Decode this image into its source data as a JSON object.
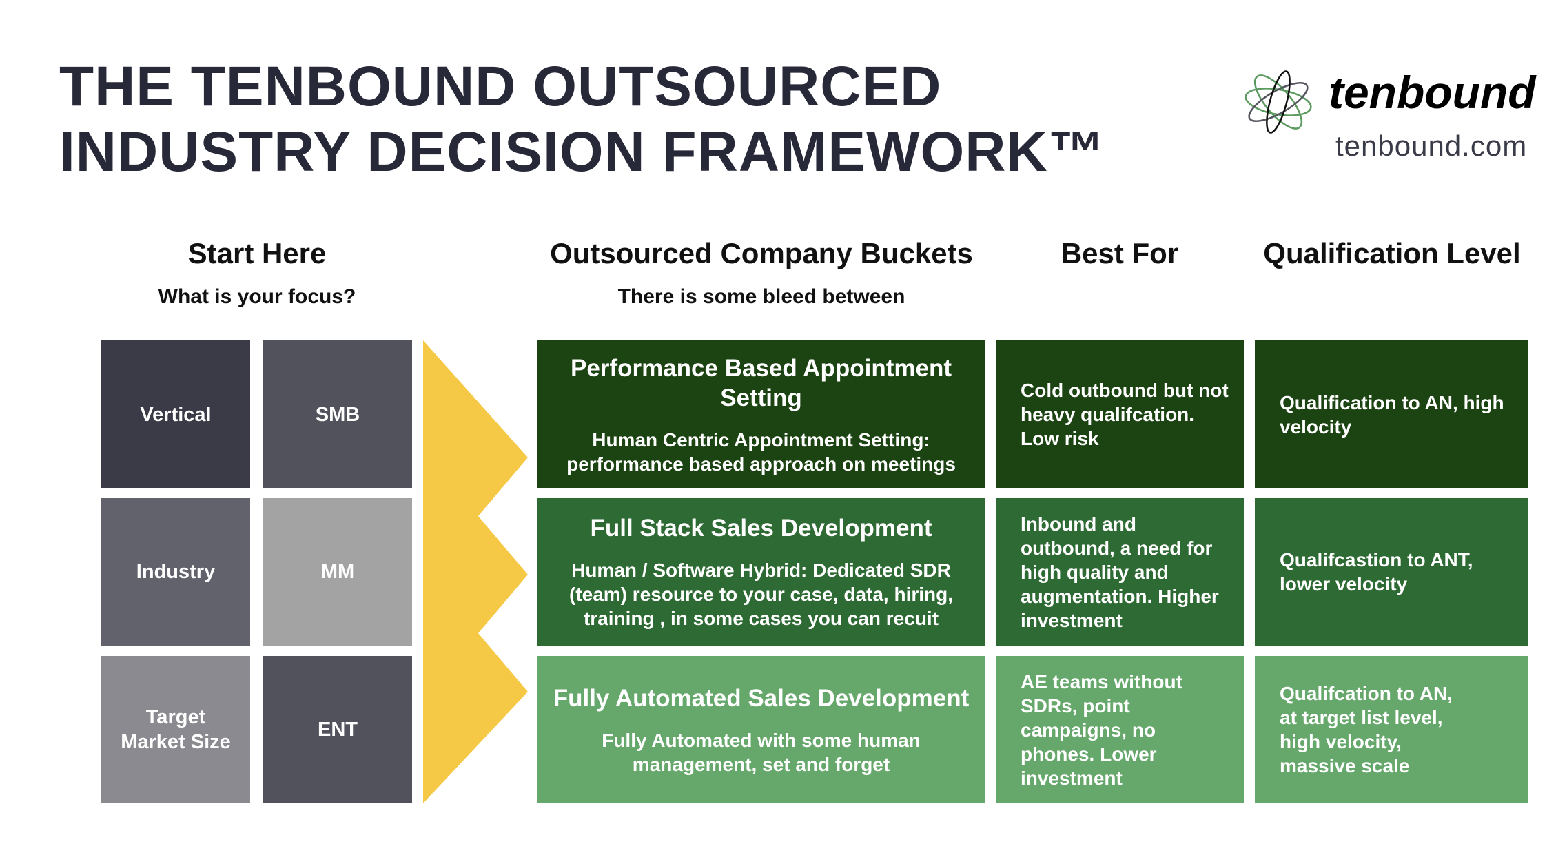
{
  "title": {
    "line1": "THE TENBOUND OUTSOURCED",
    "line2": "INDUSTRY DECISION FRAMEWORK™"
  },
  "logo": {
    "wordmark": "tenbound",
    "url": "tenbound.com"
  },
  "headers": {
    "start": {
      "title": "Start Here",
      "subtitle": "What is your focus?"
    },
    "buckets": {
      "title": "Outsourced Company Buckets",
      "subtitle": "There is some bleed between"
    },
    "best_for": {
      "title": "Best For"
    },
    "qualification": {
      "title": "Qualification Level"
    }
  },
  "focus": [
    {
      "label": "Vertical",
      "size": "SMB"
    },
    {
      "label": "Industry",
      "size": "MM"
    },
    {
      "label": "Target Market Size",
      "size": "ENT"
    }
  ],
  "rows": [
    {
      "bucket": "Performance Based Appointment Setting",
      "desc": "Human Centric Appointment Setting: performance based approach on meetings",
      "best_for": "Cold outbound but not heavy qualifcation. Low risk",
      "qualification": "Qualification to AN, high velocity"
    },
    {
      "bucket": "Full Stack Sales Development",
      "desc": "Human / Software Hybrid: Dedicated SDR (team) resource to your case, data, hiring, training , in some cases you can recuit",
      "best_for": "Inbound and outbound, a need for high quality and augmentation. Higher investment",
      "qualification": "Qualifcastion to ANT, lower velocity"
    },
    {
      "bucket": "Fully Automated Sales Development",
      "desc": "Fully Automated with some human management, set and forget",
      "best_for": "AE teams without SDRs, point campaigns, no phones. Lower investment",
      "qualification": "Qualifcation to AN, at target list level, high velocity, massive scale"
    }
  ],
  "colors": {
    "dark_green": "#1c4312",
    "mid_green": "#2e6a33",
    "light_green": "#66a86b",
    "arrow": "#f5c945"
  }
}
